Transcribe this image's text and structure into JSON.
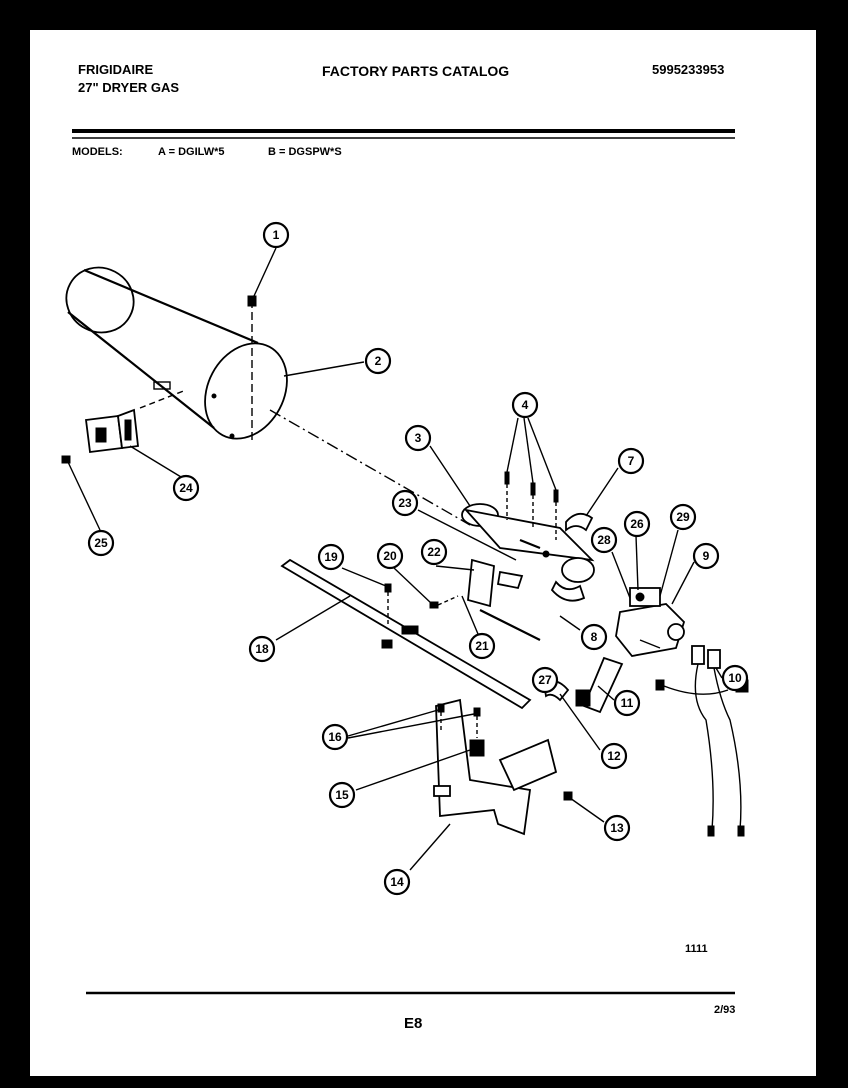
{
  "header": {
    "brand": "FRIGIDAIRE",
    "product": "27\" DRYER GAS",
    "catalog_title": "FACTORY PARTS CATALOG",
    "catalog_number": "5995233953"
  },
  "models": {
    "label": "MODELS:",
    "model_a": "A = DGILW*5",
    "model_b": "B = DGSPW*S"
  },
  "diagram": {
    "callouts": [
      "1",
      "2",
      "3",
      "4",
      "7",
      "9",
      "8",
      "10",
      "11",
      "12",
      "13",
      "14",
      "15",
      "16",
      "18",
      "19",
      "20",
      "21",
      "22",
      "23",
      "24",
      "25",
      "26",
      "27",
      "28",
      "29"
    ]
  },
  "footer": {
    "figure_number": "1111",
    "section_code": "E8",
    "date": "2/93"
  }
}
